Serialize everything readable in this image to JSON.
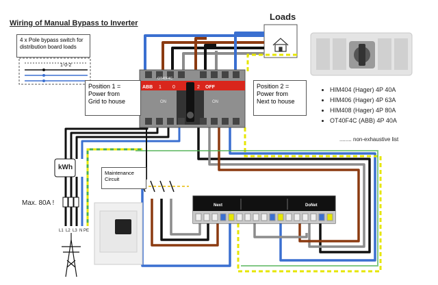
{
  "title": "Wiring of Manual Bypass to Inverter",
  "loads": {
    "label": "Loads"
  },
  "bypass_note": {
    "line1": "4 x Pole bypass switch for",
    "line2": "distribution board loads",
    "schematic_label": "1-0-2"
  },
  "switch": {
    "model": "OT40F4C",
    "brand": "ABB",
    "pos_left": "1",
    "pos_mid": "0",
    "pos_right": "2",
    "off_label": "OFF",
    "on_left": "ON",
    "on_right": "ON"
  },
  "position1": {
    "line1": "Position 1 =",
    "line2": "Power from",
    "line3": "Grid to house"
  },
  "position2": {
    "line1": "Position 2 =",
    "line2": "Power from",
    "line3": "Next to house"
  },
  "maintenance": {
    "line1": "Maintenance",
    "line2": "Circuit"
  },
  "meter": {
    "label": "kWh"
  },
  "max_current": "Max. 80A !",
  "phases": [
    "L1",
    "L2",
    "L3",
    "N",
    "PE"
  ],
  "models": [
    "HIM404 (Hager) 4P 40A",
    "HIM406 (Hager) 4P 63A",
    "HIM408 (Hager) 4P 80A",
    "OT40F4C (ABB) 4P 40A"
  ],
  "models_note": "........ non-exhaustive list",
  "inverter_brands": {
    "left": "Next",
    "right": "DoNet"
  },
  "colors": {
    "blue": "#3a6fd0",
    "brown": "#8b3a10",
    "black": "#111111",
    "grey": "#8c8c8c",
    "earth_yellow": "#e6e600",
    "earth_green": "#4caf50",
    "switch_red": "#d9261c"
  }
}
